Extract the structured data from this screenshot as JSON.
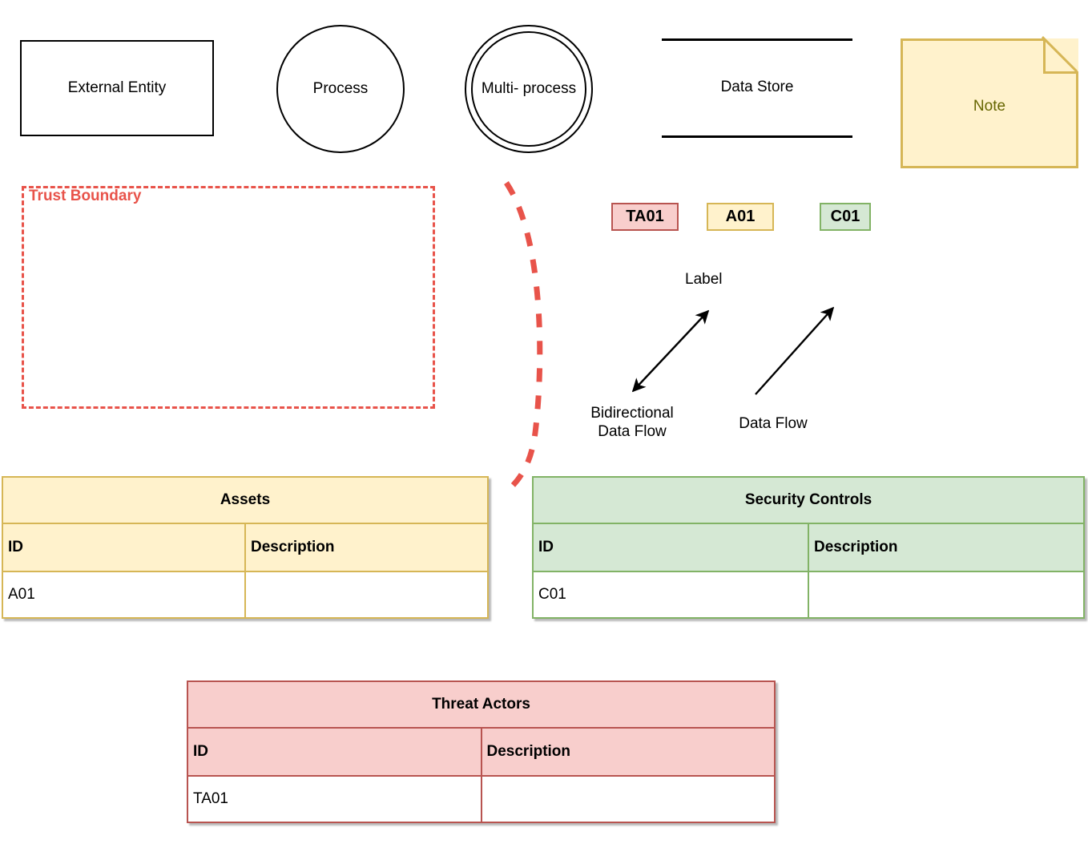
{
  "legend": {
    "shapes": [
      {
        "name": "external-entity",
        "label": "External Entity"
      },
      {
        "name": "process",
        "label": "Process"
      },
      {
        "name": "multi-process",
        "label": "Multi-\nprocess"
      },
      {
        "name": "data-store",
        "label": "Data Store"
      },
      {
        "name": "note",
        "label": "Note"
      }
    ]
  },
  "trust_boundary": {
    "label": "Trust Boundary",
    "color": "#e8534a"
  },
  "badges": [
    {
      "name": "threat-actor-badge",
      "label": "TA01",
      "fill": "#f8cecc",
      "stroke": "#b85450"
    },
    {
      "name": "asset-badge",
      "label": "A01",
      "fill": "#fff2cc",
      "stroke": "#d6b656"
    },
    {
      "name": "control-badge",
      "label": "C01",
      "fill": "#d5e8d4",
      "stroke": "#82b366"
    }
  ],
  "flows": {
    "edge_label": "Label",
    "bidirectional_caption": "Bidirectional\nData Flow",
    "unidirectional_caption": "Data Flow"
  },
  "tables": [
    {
      "name": "assets-table",
      "title": "Assets",
      "columns": [
        "ID",
        "Description"
      ],
      "rows": [
        [
          "A01",
          ""
        ]
      ],
      "fill": "#fff2cc",
      "stroke": "#d6b656"
    },
    {
      "name": "security-controls-table",
      "title": "Security Controls",
      "columns": [
        "ID",
        "Description"
      ],
      "rows": [
        [
          "C01",
          ""
        ]
      ],
      "fill": "#d5e8d4",
      "stroke": "#82b366"
    },
    {
      "name": "threat-actors-table",
      "title": "Threat Actors",
      "columns": [
        "ID",
        "Description"
      ],
      "rows": [
        [
          "TA01",
          ""
        ]
      ],
      "fill": "#f8cecc",
      "stroke": "#b85450"
    }
  ]
}
